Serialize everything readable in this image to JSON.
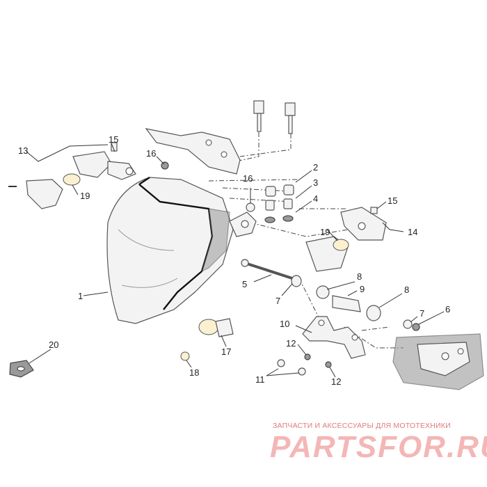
{
  "diagram": {
    "callouts": {
      "c1": "1",
      "c2": "2",
      "c3": "3",
      "c4": "4",
      "c5": "5",
      "c6": "6",
      "c7a": "7",
      "c7b": "7",
      "c8a": "8",
      "c8b": "8",
      "c9": "9",
      "c10": "10",
      "c11": "11",
      "c12a": "12",
      "c12b": "12",
      "c13": "13",
      "c14": "14",
      "c15a": "15",
      "c15b": "15",
      "c16a": "16",
      "c16b": "16",
      "c17": "17",
      "c18": "18",
      "c19a": "19",
      "c19b": "19",
      "c20": "20"
    }
  },
  "watermark": {
    "caption": "ЗАПЧАСТИ И АКСЕССУАРЫ ДЛЯ МОТОТЕХНИКИ",
    "logo": "PARTSFOR.RU"
  }
}
